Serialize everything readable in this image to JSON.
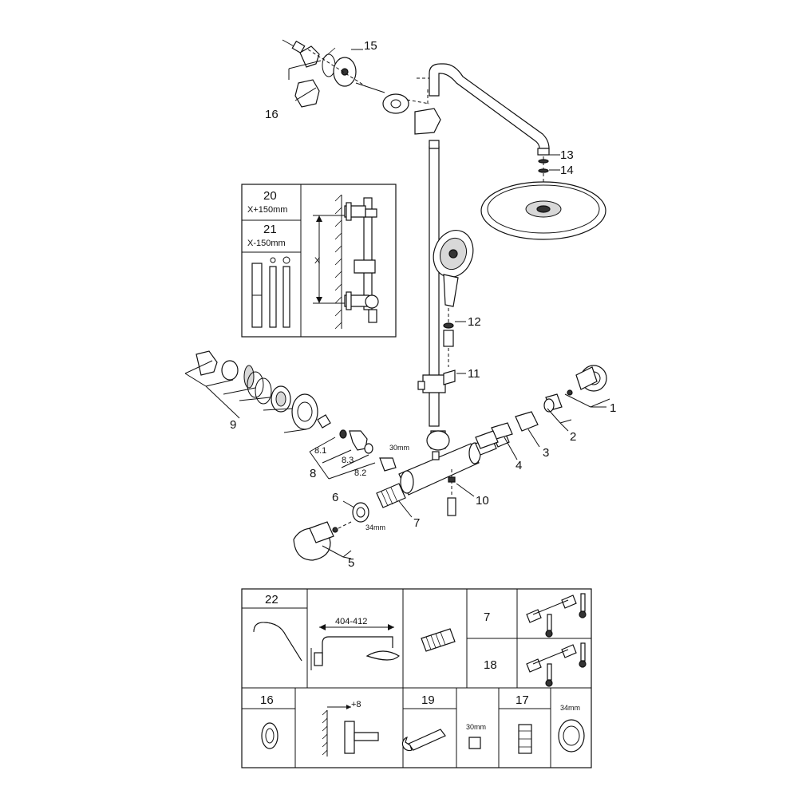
{
  "callouts": {
    "c1": "1",
    "c2": "2",
    "c3": "3",
    "c4": "4",
    "c5": "5",
    "c6": "6",
    "c7": "7",
    "c8": "8",
    "c8_1": "8.1",
    "c8_2": "8.2",
    "c8_3": "8.3",
    "c9": "9",
    "c10": "10",
    "c11": "11",
    "c12": "12",
    "c13": "13",
    "c14": "14",
    "c15": "15",
    "c16": "16"
  },
  "dimensions": {
    "wrench_30": "30mm",
    "wrench_34": "34mm"
  },
  "inset_extension": {
    "c20": "20",
    "c20_dim": "X+150mm",
    "c21": "21",
    "c21_dim": "X-150mm",
    "x_label": "X"
  },
  "table": {
    "c22": "22",
    "arm_dim": "404-412",
    "c7": "7",
    "c18": "18",
    "c16": "16",
    "offset_dim": "+8",
    "c19": "19",
    "wrench_30": "30mm",
    "c17": "17",
    "wrench_34": "34mm"
  },
  "icons": [
    "wall-bracket-icon",
    "shower-head-icon",
    "hand-shower-icon",
    "thermostat-icon",
    "cartridge-icon",
    "wrench-icon",
    "thermometer-icon"
  ]
}
